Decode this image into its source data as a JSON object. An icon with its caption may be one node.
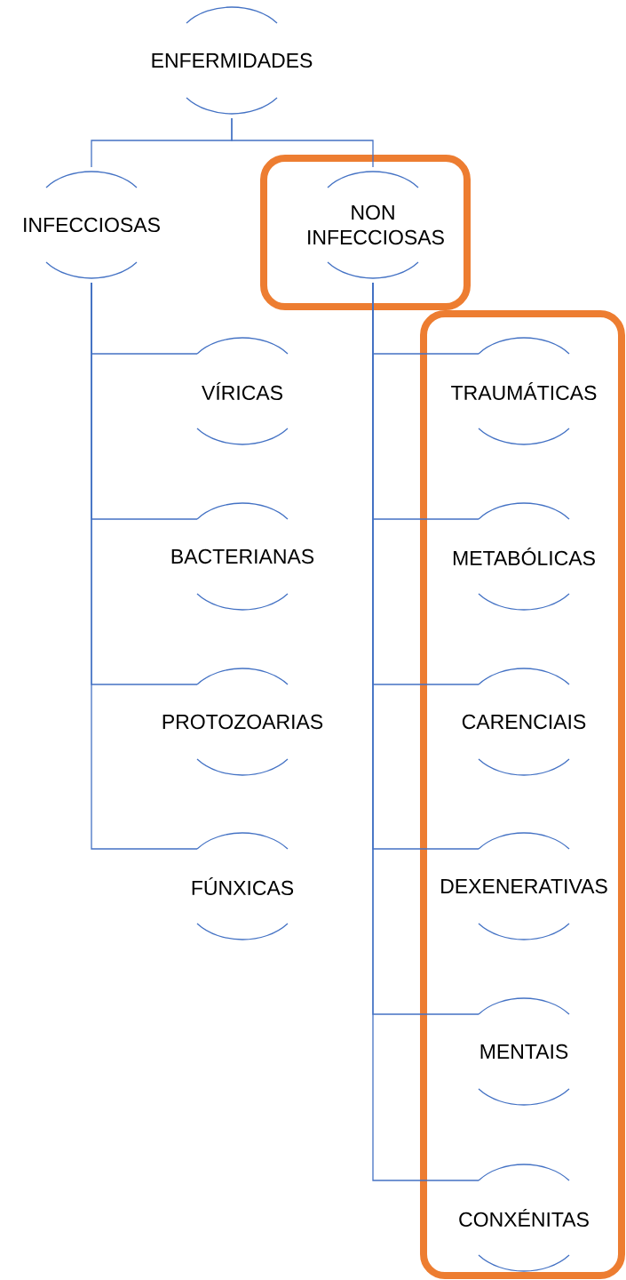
{
  "diagram": {
    "nodes": [
      {
        "text": [
          "ENFERMIDADES"
        ]
      },
      {
        "text": [
          "INFECCIOSAS"
        ]
      },
      {
        "text": [
          "NON INFECCIOSAS"
        ]
      },
      {
        "text": [
          "VÍRICAS"
        ]
      },
      {
        "text": [
          "BACTERIANAS"
        ]
      },
      {
        "text": [
          "PROTOZOARIAS"
        ]
      },
      {
        "text": [
          "FÚNXICAS"
        ]
      },
      {
        "text": [
          "TRAUMÁTICAS"
        ]
      },
      {
        "text": [
          "METABÓLICAS"
        ]
      },
      {
        "text": [
          "CARENCIAIS"
        ]
      },
      {
        "text": [
          "DEXENERATIVAS"
        ]
      },
      {
        "text": [
          "MENTAIS"
        ]
      },
      {
        "text": [
          "CONXÉNITAS"
        ]
      }
    ],
    "edges": [
      {
        "from": 0,
        "to": 1,
        "arrow": "none"
      },
      {
        "from": 0,
        "to": 2,
        "arrow": "none"
      },
      {
        "from": 1,
        "to": 3,
        "arrow": "none"
      },
      {
        "from": 1,
        "to": 4,
        "arrow": "none"
      },
      {
        "from": 1,
        "to": 5,
        "arrow": "none"
      },
      {
        "from": 1,
        "to": 6,
        "arrow": "none"
      },
      {
        "from": 2,
        "to": 7,
        "arrow": "none"
      },
      {
        "from": 2,
        "to": 8,
        "arrow": "none"
      },
      {
        "from": 2,
        "to": 9,
        "arrow": "none"
      },
      {
        "from": 2,
        "to": 10,
        "arrow": "none"
      },
      {
        "from": 2,
        "to": 11,
        "arrow": "none"
      },
      {
        "from": 2,
        "to": 12,
        "arrow": "none"
      }
    ]
  }
}
